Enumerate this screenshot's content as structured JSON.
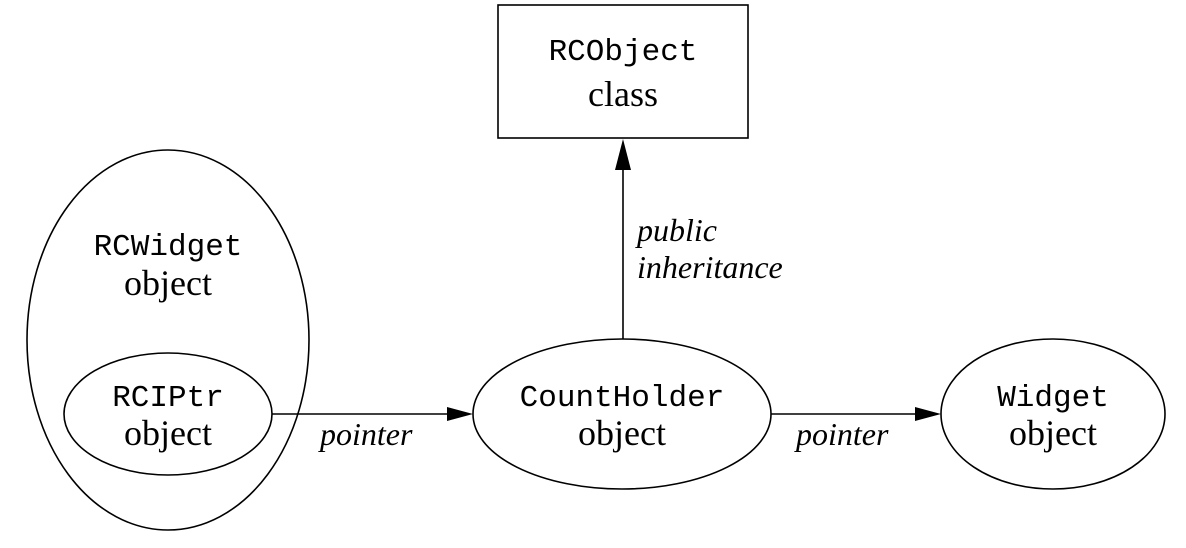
{
  "nodes": {
    "rcobject": {
      "name": "RCObject",
      "kind": "class"
    },
    "rcwidget": {
      "name": "RCWidget",
      "kind": "object"
    },
    "rciptr": {
      "name": "RCIPtr",
      "kind": "object"
    },
    "countholder": {
      "name": "CountHolder",
      "kind": "object"
    },
    "widget": {
      "name": "Widget",
      "kind": "object"
    }
  },
  "edges": {
    "inheritance": {
      "line1": "public",
      "line2": "inheritance"
    },
    "rciptr_to_countholder": {
      "label": "pointer"
    },
    "countholder_to_widget": {
      "label": "pointer"
    }
  }
}
